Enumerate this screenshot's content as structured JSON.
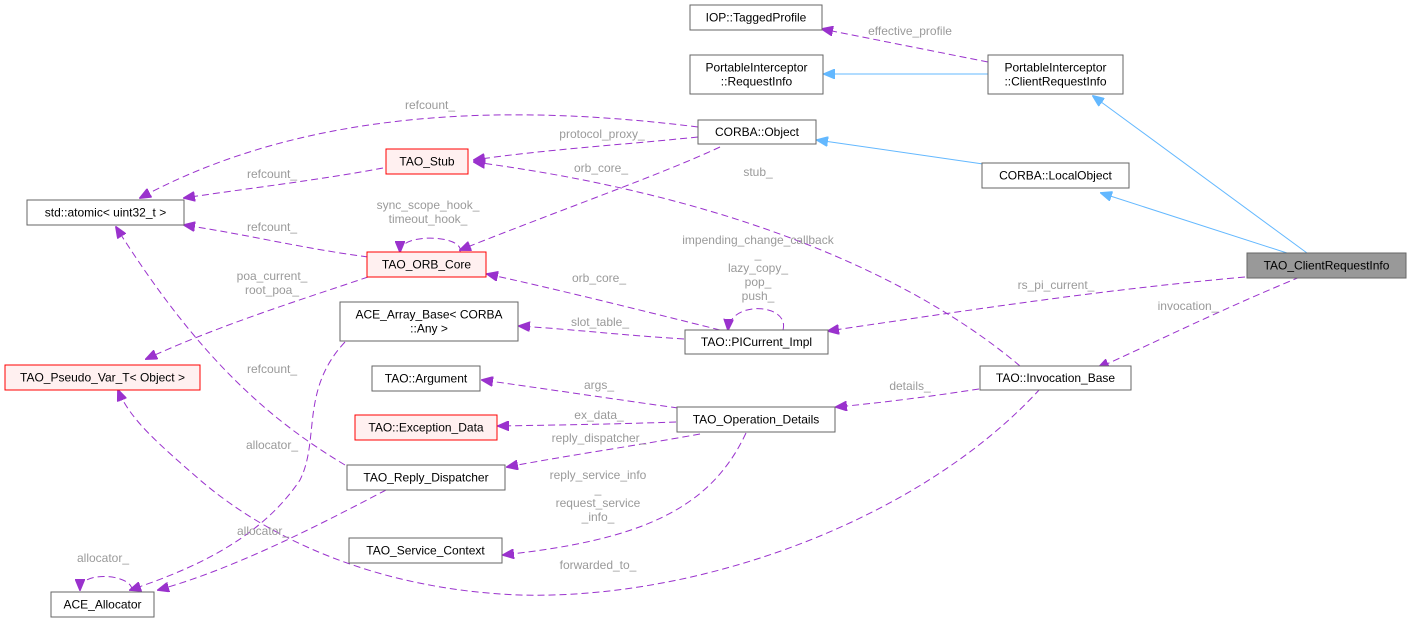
{
  "diagram": {
    "type": "collaboration-graph",
    "colors": {
      "usage_edge": "#9a32cd",
      "inheritance_edge": "#63b8ff",
      "red_border": "#ff0000",
      "red_fill": "#fff0f0",
      "focus_fill": "#999999",
      "edge_label": "#9a9a9a"
    },
    "nodes": {
      "tagged_profile": {
        "lines": [
          "IOP::TaggedProfile"
        ]
      },
      "request_info": {
        "lines": [
          "PortableInterceptor",
          "::RequestInfo"
        ]
      },
      "client_request_info_pi": {
        "lines": [
          "PortableInterceptor",
          "::ClientRequestInfo"
        ]
      },
      "corba_object": {
        "lines": [
          "CORBA::Object"
        ]
      },
      "tao_stub": {
        "lines": [
          "TAO_Stub"
        ]
      },
      "corba_local_object": {
        "lines": [
          "CORBA::LocalObject"
        ]
      },
      "std_atomic": {
        "lines": [
          "std::atomic< uint32_t >"
        ]
      },
      "tao_orb_core": {
        "lines": [
          "TAO_ORB_Core"
        ]
      },
      "tao_client_request_info": {
        "lines": [
          "TAO_ClientRequestInfo"
        ]
      },
      "ace_array_base": {
        "lines": [
          "ACE_Array_Base< CORBA",
          "::Any >"
        ]
      },
      "pi_current_impl": {
        "lines": [
          "TAO::PICurrent_Impl"
        ]
      },
      "pseudo_var": {
        "lines": [
          "TAO_Pseudo_Var_T< Object >"
        ]
      },
      "tao_argument": {
        "lines": [
          "TAO::Argument"
        ]
      },
      "invocation_base": {
        "lines": [
          "TAO::Invocation_Base"
        ]
      },
      "exception_data": {
        "lines": [
          "TAO::Exception_Data"
        ]
      },
      "operation_details": {
        "lines": [
          "TAO_Operation_Details"
        ]
      },
      "reply_dispatcher": {
        "lines": [
          "TAO_Reply_Dispatcher"
        ]
      },
      "service_context": {
        "lines": [
          "TAO_Service_Context"
        ]
      },
      "ace_allocator": {
        "lines": [
          "ACE_Allocator"
        ]
      }
    },
    "edge_labels": {
      "effective_profile": [
        "effective_profile"
      ],
      "refcount_object": [
        "refcount_"
      ],
      "protocol_proxy": [
        "protocol_proxy_"
      ],
      "orb_core_object": [
        "orb_core_"
      ],
      "stub": [
        "stub_"
      ],
      "refcount_stub": [
        "refcount_"
      ],
      "sync_hooks": [
        "sync_scope_hook_",
        "timeout_hook_"
      ],
      "refcount_orb": [
        "refcount_"
      ],
      "pi_current_self": [
        "impending_change_callback",
        "_",
        "lazy_copy_",
        "pop_",
        "push_"
      ],
      "rs_pi_current": [
        "rs_pi_current_"
      ],
      "orb_core_pi": [
        "orb_core_"
      ],
      "invocation": [
        "invocation_"
      ],
      "poa": [
        "poa_current_",
        "root_poa_"
      ],
      "slot_table": [
        "slot_table_"
      ],
      "refcount_reply": [
        "refcount_"
      ],
      "details": [
        "details_"
      ],
      "args": [
        "args_"
      ],
      "ex_data": [
        "ex_data_"
      ],
      "reply_dispatcher": [
        "reply_dispatcher_"
      ],
      "allocator_array": [
        "allocator_"
      ],
      "service_info": [
        "reply_service_info",
        "_",
        "request_service",
        "_info_"
      ],
      "allocator_reply": [
        "allocator_"
      ],
      "forwarded_to": [
        "forwarded_to_"
      ],
      "allocator_self": [
        "allocator_"
      ]
    }
  }
}
